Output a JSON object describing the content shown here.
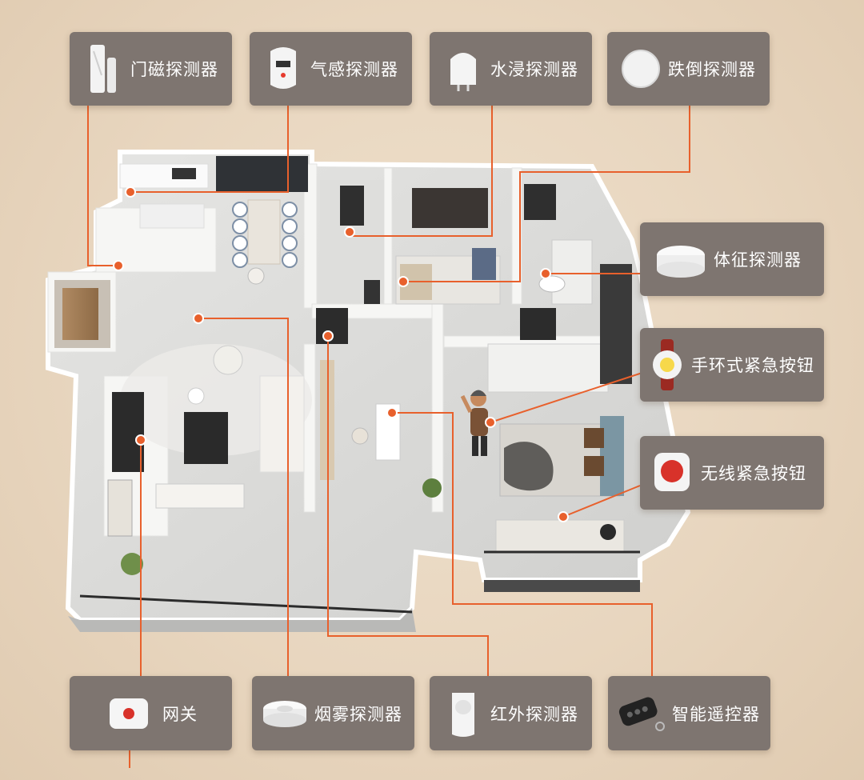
{
  "devices": {
    "door_sensor": {
      "label": "门磁探测器",
      "icon": "door-sensor-icon"
    },
    "gas_sensor": {
      "label": "气感探测器",
      "icon": "gas-sensor-icon"
    },
    "water_sensor": {
      "label": "水浸探测器",
      "icon": "water-sensor-icon"
    },
    "fall_sensor": {
      "label": "跌倒探测器",
      "icon": "fall-sensor-icon"
    },
    "vital_sensor": {
      "label": "体征探测器",
      "icon": "vital-sensor-icon"
    },
    "wristband_button": {
      "label": "手环式紧急按钮",
      "icon": "wristband-button-icon"
    },
    "wireless_button": {
      "label": "无线紧急按钮",
      "icon": "wireless-button-icon"
    },
    "gateway": {
      "label": "网关",
      "icon": "gateway-icon"
    },
    "smoke_sensor": {
      "label": "烟雾探测器",
      "icon": "smoke-sensor-icon"
    },
    "infrared_sensor": {
      "label": "红外探测器",
      "icon": "infrared-sensor-icon"
    },
    "remote": {
      "label": "智能遥控器",
      "icon": "remote-control-icon"
    }
  },
  "colors": {
    "background": "#e8d6bf",
    "card": "#7e7570",
    "connector": "#e8602c",
    "floor": "#d9d9d9",
    "wall": "#f4f4f2"
  }
}
